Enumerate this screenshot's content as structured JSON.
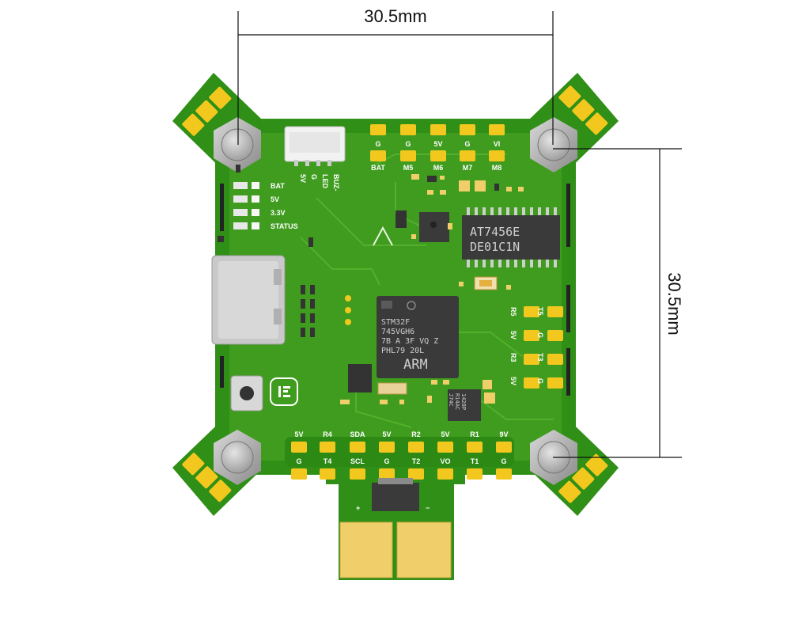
{
  "colors": {
    "pcb": "#2f8f16",
    "pcb_light": "#4aa82a",
    "pad": "#f3c81e",
    "mount": "#9b9b9b",
    "chip": "#3a3a3a",
    "dimension": "#111111"
  },
  "dimensions": {
    "horizontal": "30.5mm",
    "vertical": "30.5mm"
  },
  "leds": {
    "labels": [
      "BAT",
      "5V",
      "3.3V",
      "STATUS"
    ]
  },
  "connector": {
    "labels": [
      "5V",
      "G",
      "LED",
      "BUZ-"
    ]
  },
  "top_pads": {
    "upper": [
      "G",
      "G",
      "5V",
      "G",
      "VI"
    ],
    "lower": [
      "BAT",
      "M5",
      "M6",
      "M7",
      "M8"
    ]
  },
  "right_pads": {
    "row1": [
      "R5",
      "T5"
    ],
    "row2": [
      "5V",
      "G"
    ],
    "row3": [
      "R3",
      "T3"
    ],
    "row4": [
      "5V",
      "G"
    ]
  },
  "bottom_pads": {
    "upper": [
      "5V",
      "R4",
      "SDA",
      "5V",
      "R2",
      "5V",
      "R1",
      "9V"
    ],
    "lower": [
      "G",
      "T4",
      "SCL",
      "G",
      "T2",
      "VO",
      "T1",
      "G"
    ]
  },
  "mcu": {
    "lines": [
      "STM32F",
      "745VGH6",
      "7B A 3F VQ Z",
      "PHL79 20L"
    ],
    "brand": "ARM"
  },
  "osd_chip": {
    "lines": [
      "AT7456E",
      "DE01C1N"
    ]
  },
  "small_chip": {
    "lines": [
      "1428P",
      "R14AC",
      "J74C"
    ]
  },
  "power": {
    "plus": "+",
    "minus": "−"
  }
}
